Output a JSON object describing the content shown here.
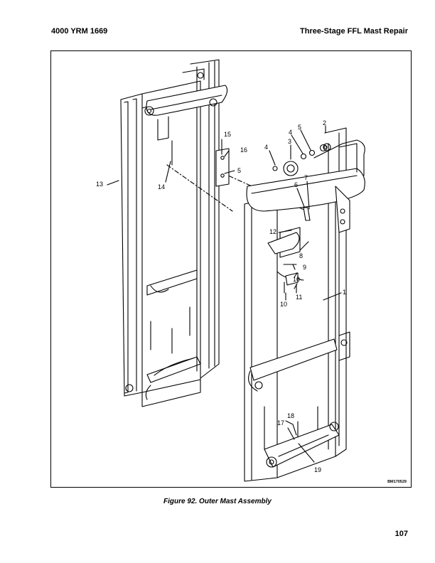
{
  "header": {
    "left": "4000 YRM 1669",
    "right": "Three-Stage FFL Mast Repair"
  },
  "figure": {
    "code": "BM170529",
    "callouts": {
      "c1": "1",
      "c2": "2",
      "c3": "3",
      "c4a": "4",
      "c4b": "4",
      "c5a": "5",
      "c5b": "5",
      "c6": "6",
      "c7": "7",
      "c8": "8",
      "c9": "9",
      "c10a": "10",
      "c10b": "10",
      "c11": "11",
      "c12": "12",
      "c13": "13",
      "c14": "14",
      "c15": "15",
      "c16": "16",
      "c17": "17",
      "c18": "18",
      "c19": "19"
    }
  },
  "caption": "Figure 92. Outer Mast Assembly",
  "page_number": "107"
}
